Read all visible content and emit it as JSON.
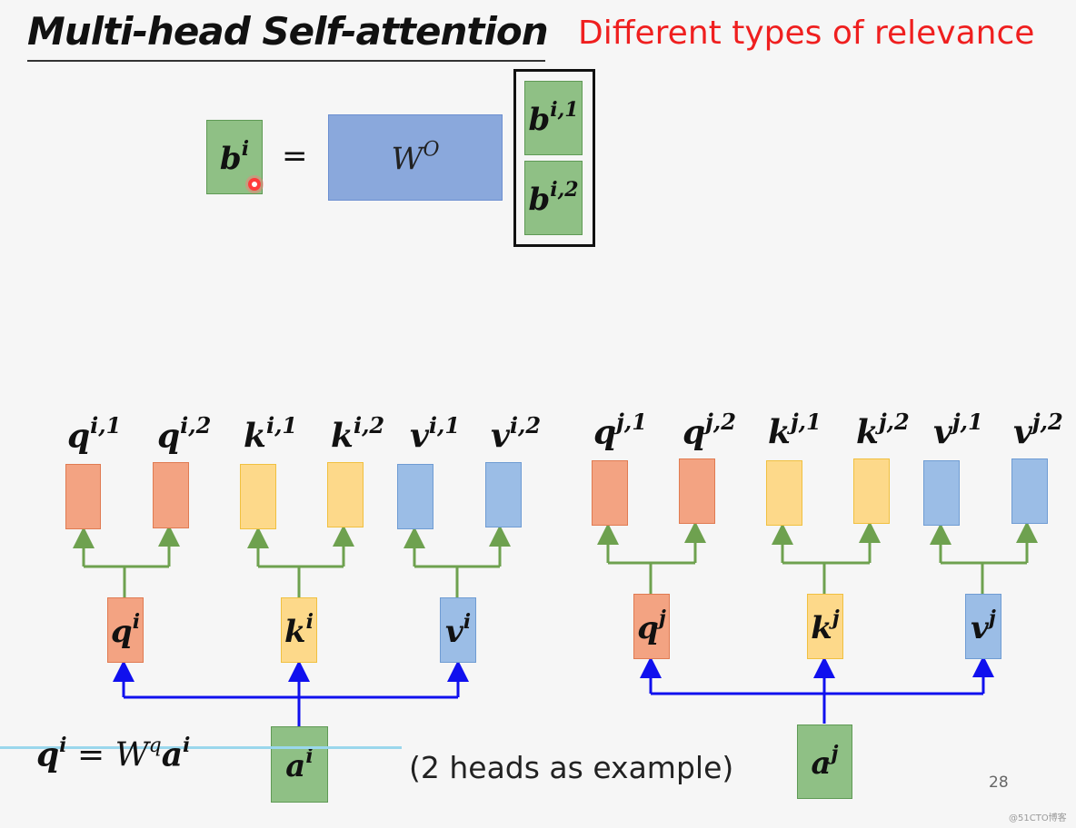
{
  "title": "Multi-head Self-attention",
  "subtitle": "Different types of relevance",
  "colors": {
    "subtitle": "#ef1f1f",
    "green": "#8fc085",
    "orange": "#f3a382",
    "yellow": "#fdd98a",
    "blue": "#9bbde6",
    "arrow_green": "#6ea14f",
    "arrow_blue": "#1010ee"
  },
  "equation": {
    "lhs": {
      "base": "b",
      "sup": "i"
    },
    "equals": "=",
    "matrix": {
      "base": "W",
      "sup": "O"
    },
    "stack": [
      {
        "base": "b",
        "sup": "i,1"
      },
      {
        "base": "b",
        "sup": "i,2"
      }
    ]
  },
  "group_i": {
    "heads": [
      {
        "base": "q",
        "sup": "i,1"
      },
      {
        "base": "q",
        "sup": "i,2"
      },
      {
        "base": "k",
        "sup": "i,1"
      },
      {
        "base": "k",
        "sup": "i,2"
      },
      {
        "base": "v",
        "sup": "i,1"
      },
      {
        "base": "v",
        "sup": "i,2"
      }
    ],
    "mid": [
      {
        "base": "q",
        "sup": "i"
      },
      {
        "base": "k",
        "sup": "i"
      },
      {
        "base": "v",
        "sup": "i"
      }
    ],
    "input": {
      "base": "a",
      "sup": "i"
    }
  },
  "group_j": {
    "heads": [
      {
        "base": "q",
        "sup": "j,1"
      },
      {
        "base": "q",
        "sup": "j,2"
      },
      {
        "base": "k",
        "sup": "j,1"
      },
      {
        "base": "k",
        "sup": "j,2"
      },
      {
        "base": "v",
        "sup": "j,1"
      },
      {
        "base": "v",
        "sup": "j,2"
      }
    ],
    "mid": [
      {
        "base": "q",
        "sup": "j"
      },
      {
        "base": "k",
        "sup": "j"
      },
      {
        "base": "v",
        "sup": "j"
      }
    ],
    "input": {
      "base": "a",
      "sup": "j"
    }
  },
  "formula": {
    "lhs": "q",
    "lhs_sup": "i",
    "eq": " = ",
    "w": "W",
    "w_sup": "q",
    "a": "a",
    "a_sup": "i"
  },
  "caption": "(2 heads as example)",
  "page_number": "28",
  "watermark": "@51CTO博客"
}
